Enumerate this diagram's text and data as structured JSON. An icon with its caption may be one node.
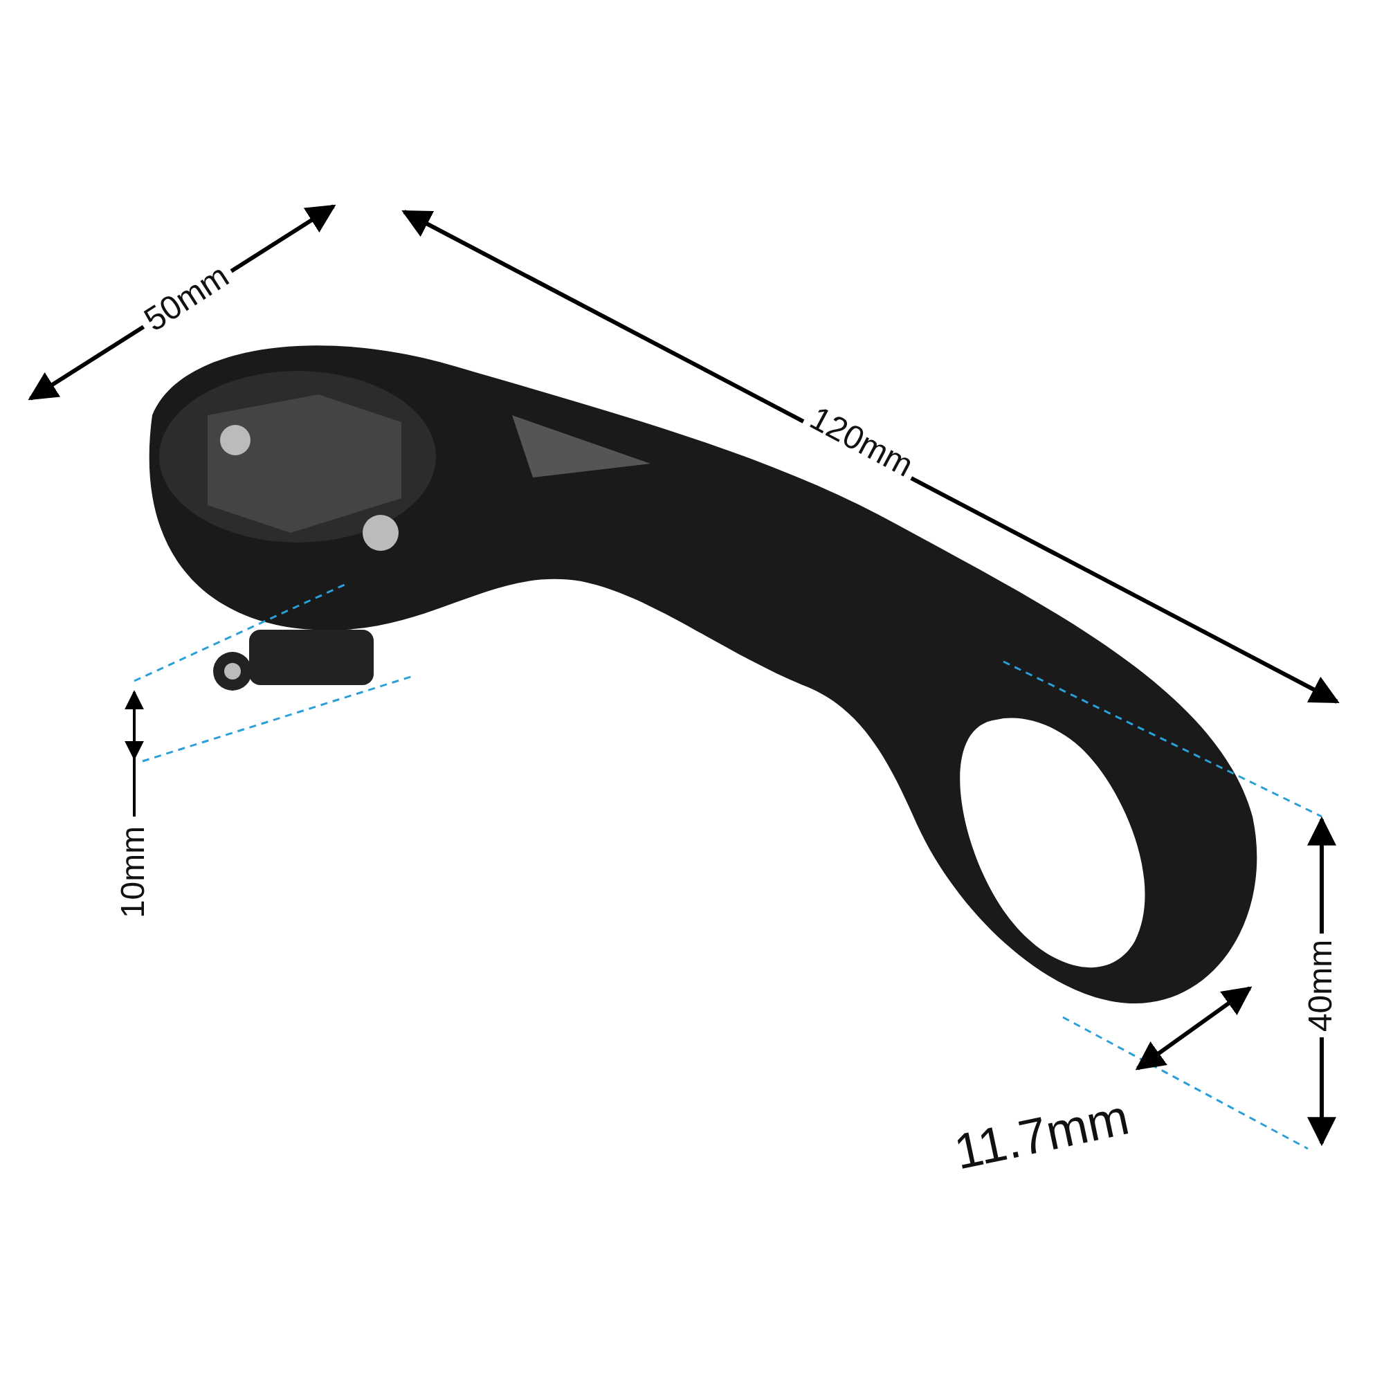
{
  "diagram": {
    "labels": [
      "50mm",
      "120mm",
      "10mm",
      "40mm",
      "11.7mm"
    ]
  }
}
